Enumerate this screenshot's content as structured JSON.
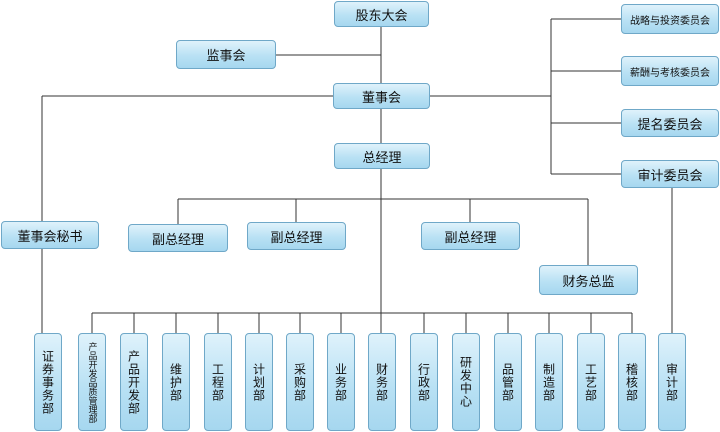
{
  "nodes": {
    "shareholders": "股东大会",
    "supervisory": "监事会",
    "board": "董事会",
    "gm": "总经理",
    "strategy": "战略与投资委员会",
    "compensation": "薪酬与考核委员会",
    "nomination": "提名委员会",
    "audit_committee": "审计委员会",
    "secretary": "董事会秘书",
    "vgm1": "副总经理",
    "vgm2": "副总经理",
    "vgm3": "副总经理",
    "cfo": "财务总监"
  },
  "departments": [
    "证券事务部",
    "产品开发品质管理部",
    "产品开发部",
    "维护部",
    "工程部",
    "计划部",
    "采购部",
    "业务部",
    "财务部",
    "行政部",
    "研发中心",
    "品管部",
    "制造部",
    "工艺部",
    "稽核部",
    "审计部"
  ]
}
